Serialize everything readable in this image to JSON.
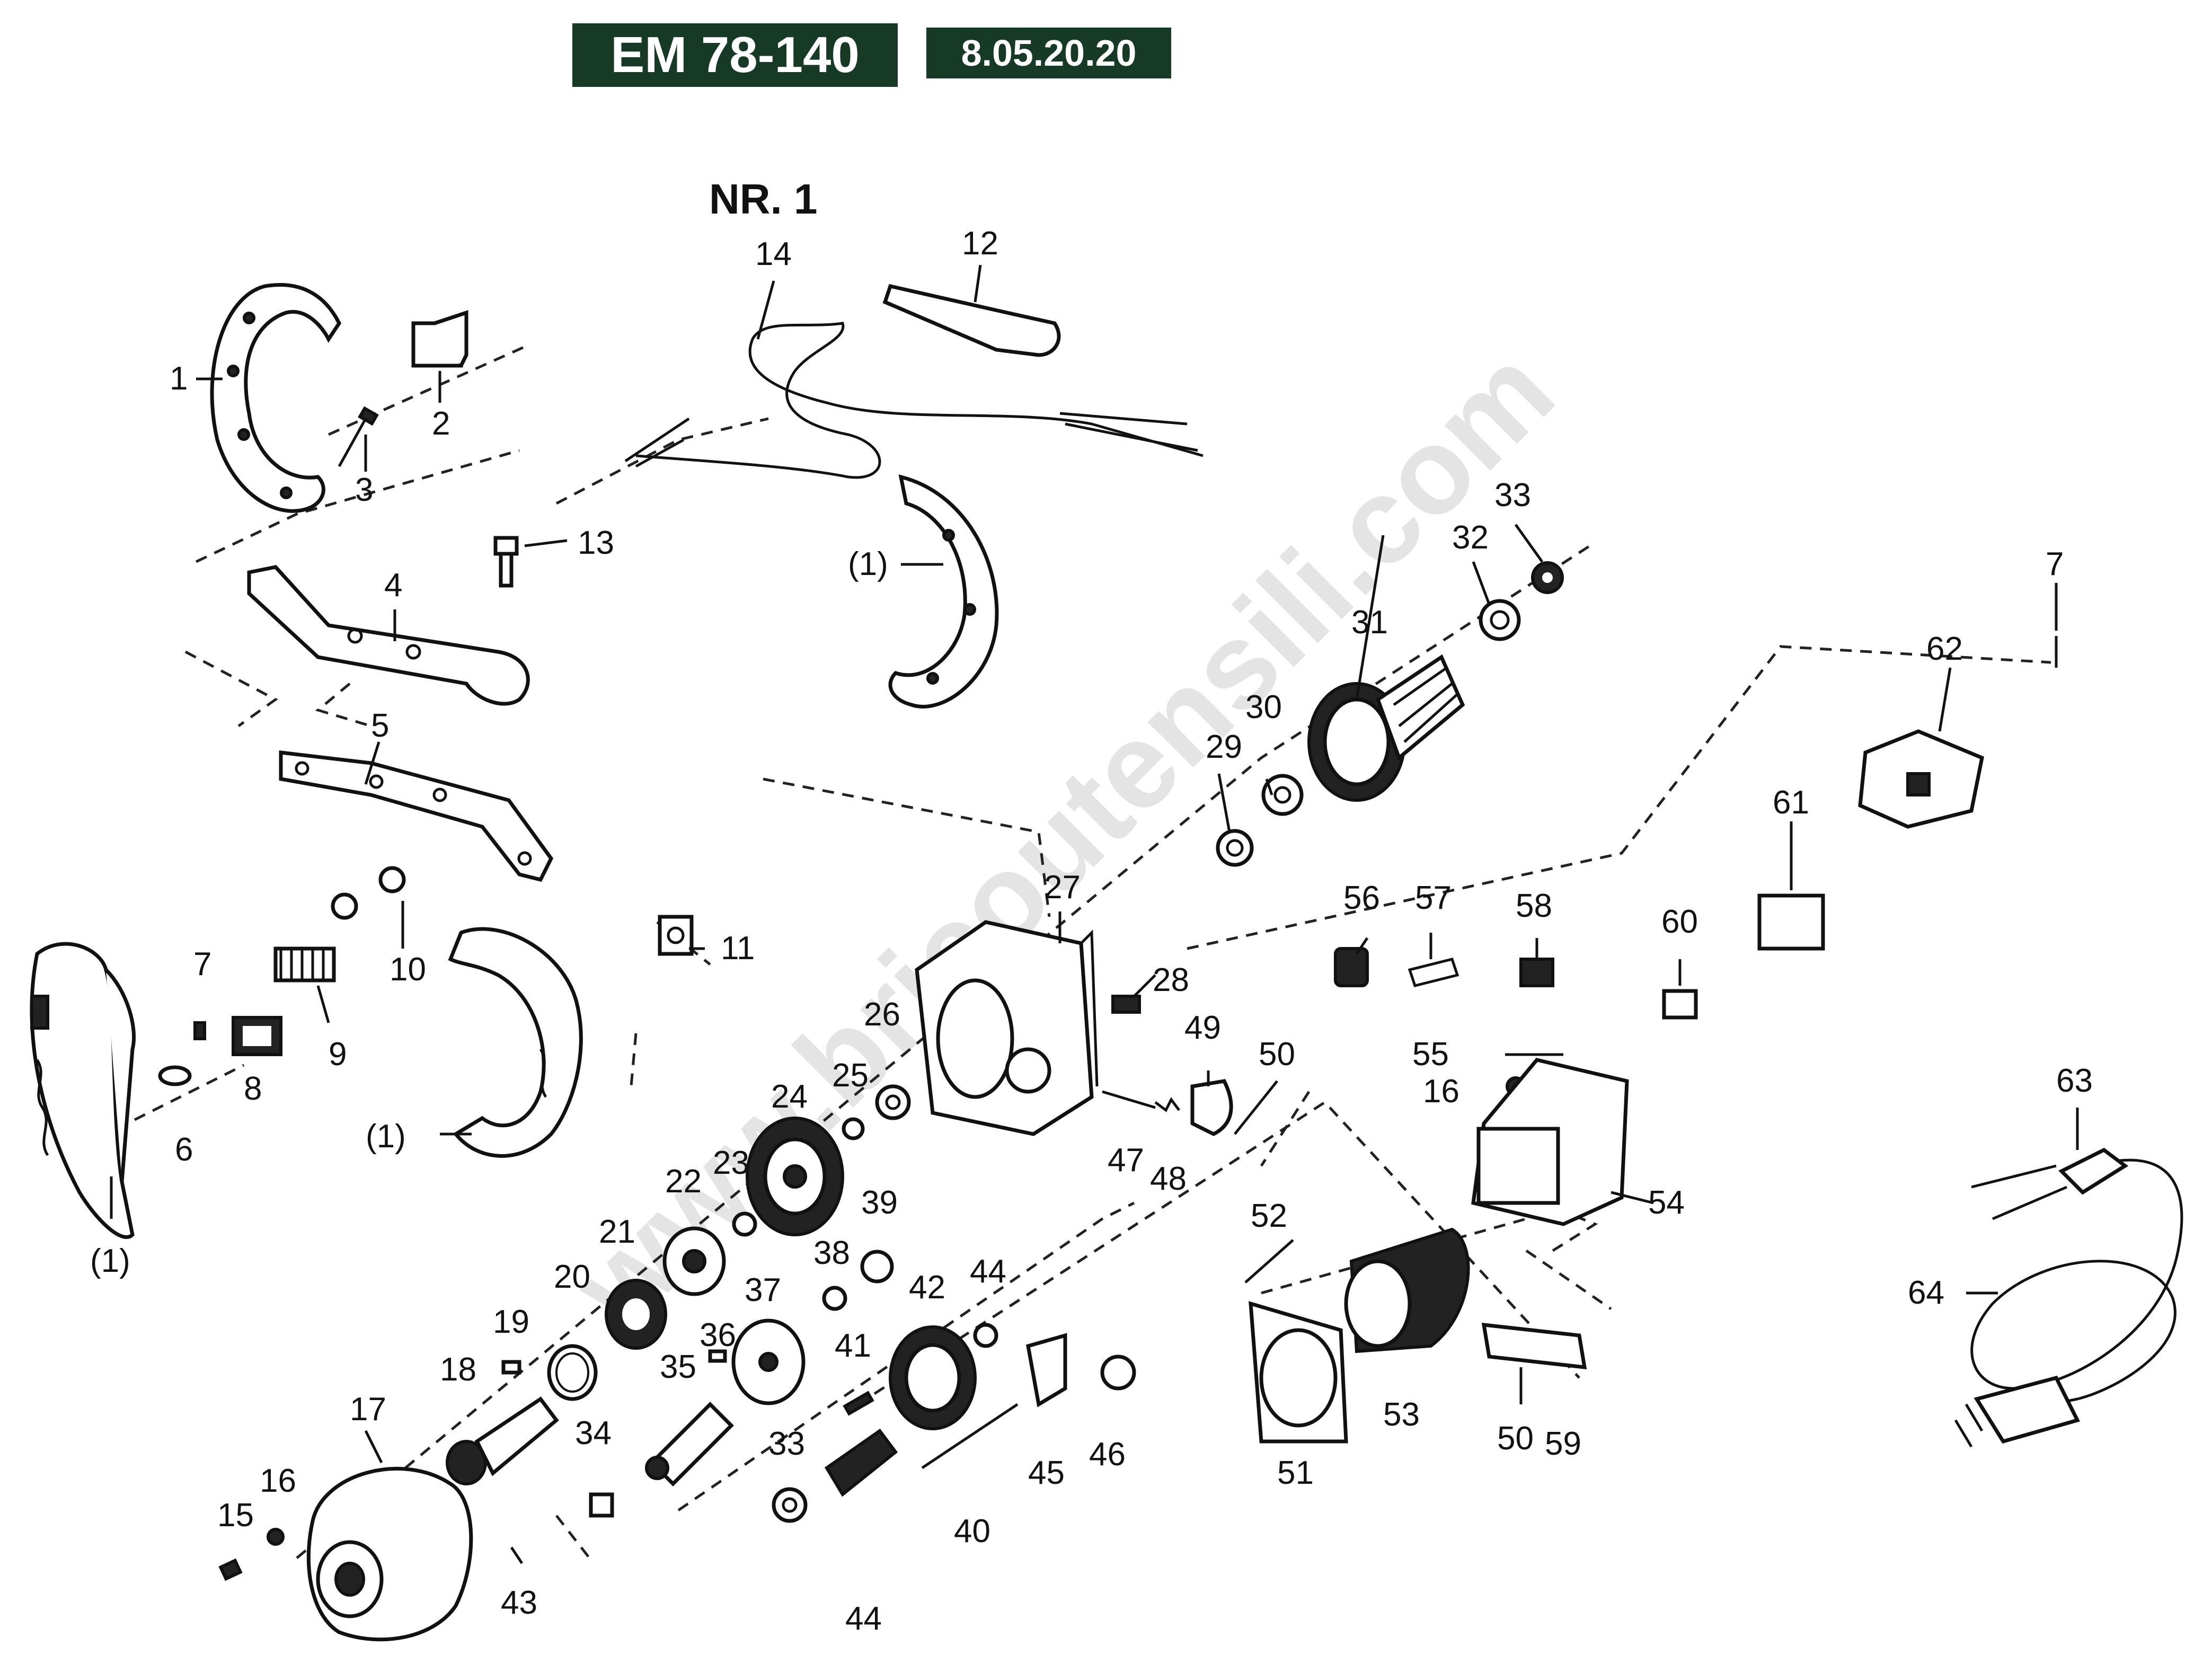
{
  "header": {
    "model": "EM 78-140",
    "code": "8.05.20.20",
    "plate": "NR. 1"
  },
  "watermark": "www.bricoutensili.com",
  "callouts": {
    "c1": "1",
    "c2": "2",
    "c3": "3",
    "c4": "4",
    "c5": "5",
    "c6": "6",
    "c7a": "7",
    "c7b": "7",
    "c8": "8",
    "c9": "9",
    "c10": "10",
    "c11": "11",
    "c12": "12",
    "c13": "13",
    "c14": "14",
    "c15": "15",
    "c16a": "16",
    "c16b": "16",
    "c17": "17",
    "c18": "18",
    "c19": "19",
    "c20": "20",
    "c21": "21",
    "c22": "22",
    "c23": "23",
    "c24": "24",
    "c25": "25",
    "c26": "26",
    "c27": "27",
    "c28": "28",
    "c29": "29",
    "c30": "30",
    "c31": "31",
    "c32": "32",
    "c33a": "33",
    "c33b": "33",
    "c34": "34",
    "c35": "35",
    "c36": "36",
    "c37": "37",
    "c38": "38",
    "c39": "39",
    "c40": "40",
    "c41": "41",
    "c42": "42",
    "c43": "43",
    "c44a": "44",
    "c44b": "44",
    "c45": "45",
    "c46": "46",
    "c47": "47",
    "c48": "48",
    "c49": "49",
    "c50a": "50",
    "c50b": "50",
    "c51": "51",
    "c52": "52",
    "c53": "53",
    "c54": "54",
    "c55": "55",
    "c56": "56",
    "c57": "57",
    "c58": "58",
    "c59": "59",
    "c60": "60",
    "c61": "61",
    "c62": "62",
    "c63": "63",
    "c64": "64",
    "ref1a": "(1)",
    "ref1b": "(1)",
    "ref1c": "(1)"
  }
}
